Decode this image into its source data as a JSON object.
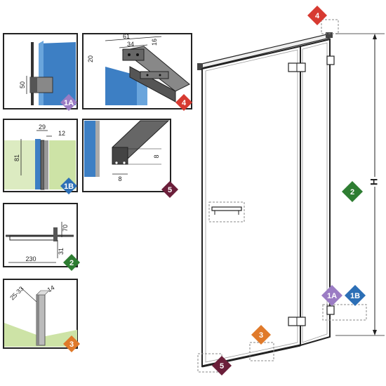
{
  "badges": {
    "b1A": {
      "label": "1A",
      "color": "#9b7cc4"
    },
    "b1B": {
      "label": "1B",
      "color": "#2c6fb6"
    },
    "b2": {
      "label": "2",
      "color": "#2e7d32"
    },
    "b3": {
      "label": "3",
      "color": "#e07a2a"
    },
    "b4": {
      "label": "4",
      "color": "#d73a31"
    },
    "b5": {
      "label": "5",
      "color": "#6b1f3a"
    }
  },
  "dimensions": {
    "d50": "50",
    "d61": "61",
    "d34": "34",
    "d16": "16",
    "d20": "20",
    "d29": "29",
    "d12": "12",
    "d81": "81",
    "d8a": "8",
    "d8b": "8",
    "d70": "70",
    "d31": "31",
    "d230": "230",
    "d2533": "25-33",
    "d14": "14",
    "dH": "H"
  },
  "colors": {
    "glass": "#3d7fc4",
    "wall": "#cde3a6",
    "frame": "#222222"
  }
}
